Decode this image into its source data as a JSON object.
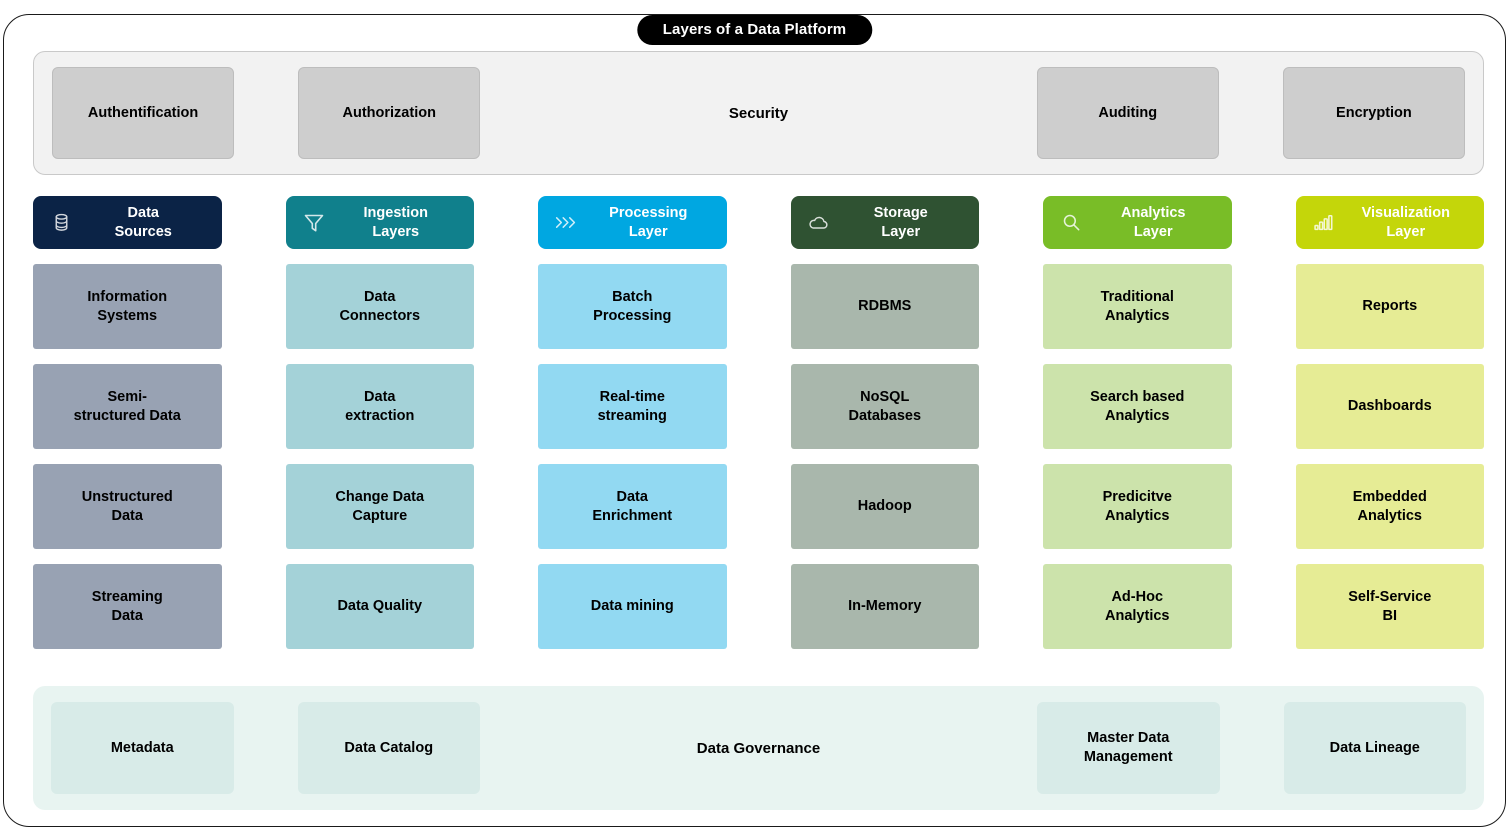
{
  "title": "Layers of a Data Platform",
  "security_band": {
    "label": "Security",
    "name": "security-band",
    "chips": [
      "Authentification",
      "Authorization",
      "",
      "",
      "Auditing",
      "Encryption"
    ]
  },
  "governance_band": {
    "label": "Data Governance",
    "name": "governance-band",
    "chips": [
      "Metadata",
      "Data Catalog",
      "",
      "",
      "Master Data\nManagement",
      "Data Lineage"
    ]
  },
  "columns": [
    {
      "key": "data-sources",
      "header": "Data\nSources",
      "icon": "database-icon",
      "header_color": "#0b2346",
      "cell_color": "#98a2b3",
      "cells": [
        "Information\nSystems",
        "Semi-\nstructured Data",
        "Unstructured\nData",
        "Streaming\nData"
      ]
    },
    {
      "key": "ingestion-layers",
      "header": "Ingestion\nLayers",
      "icon": "funnel-icon",
      "header_color": "#10808c",
      "cell_color": "#a4d2d8",
      "cells": [
        "Data\nConnectors",
        "Data\nextraction",
        "Change Data\nCapture",
        "Data Quality"
      ]
    },
    {
      "key": "processing-layer",
      "header": "Processing\nLayer",
      "icon": "chevrons-right-icon",
      "header_color": "#00a7e1",
      "cell_color": "#92d9f2",
      "cells": [
        "Batch\nProcessing",
        "Real-time\nstreaming",
        "Data\nEnrichment",
        "Data mining"
      ]
    },
    {
      "key": "storage-layer",
      "header": "Storage\nLayer",
      "icon": "cloud-icon",
      "header_color": "#2f5232",
      "cell_color": "#a9b7ac",
      "cells": [
        "RDBMS",
        "NoSQL\nDatabases",
        "Hadoop",
        "In-Memory"
      ]
    },
    {
      "key": "analytics-layer",
      "header": "Analytics\nLayer",
      "icon": "magnifier-icon",
      "header_color": "#79bd27",
      "cell_color": "#cce3ab",
      "cells": [
        "Traditional\nAnalytics",
        "Search based\nAnalytics",
        "Predicitve\nAnalytics",
        "Ad-Hoc\nAnalytics"
      ]
    },
    {
      "key": "visualization-layer",
      "header": "Visualization\nLayer",
      "icon": "bar-chart-icon",
      "header_color": "#c4d60a",
      "cell_color": "#e6ec95",
      "cells": [
        "Reports",
        "Dashboards",
        "Embedded\nAnalytics",
        "Self-Service\nBI"
      ]
    }
  ]
}
